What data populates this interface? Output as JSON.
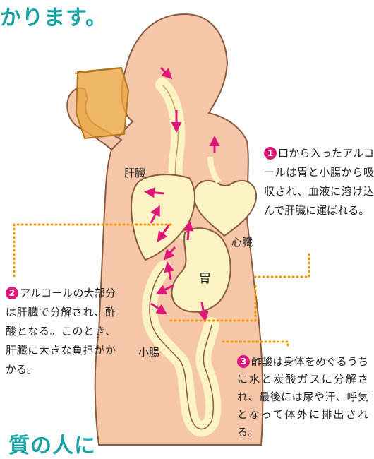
{
  "heading_top": "かります。",
  "heading_bottom": "質の人に",
  "organs": {
    "liver": "肝臓",
    "heart": "心臓",
    "stomach": "胃",
    "small_intestine": "小腸"
  },
  "callouts": [
    {
      "number": "1",
      "text": "口から入ったアルコールは胃と小腸から吸収され、血液に溶け込んで肝臓に運ばれる。"
    },
    {
      "number": "2",
      "text": "アルコールの大部分は肝臓で分解され、酢酸となる。このとき、肝臓に大きな負担がかかる。"
    },
    {
      "number": "3",
      "text": "酢酸は身体をめぐるうちに水と炭酸ガスに分解され、最後には尿や汗、呼気となって体外に排出される。"
    }
  ],
  "colors": {
    "heading": "#1aa3a3",
    "accent_pink": "#e0177a",
    "leader_orange": "#f29600",
    "skin": "#f6c6a8",
    "organ": "#fbf3c4",
    "beverage": "#eaa440"
  }
}
